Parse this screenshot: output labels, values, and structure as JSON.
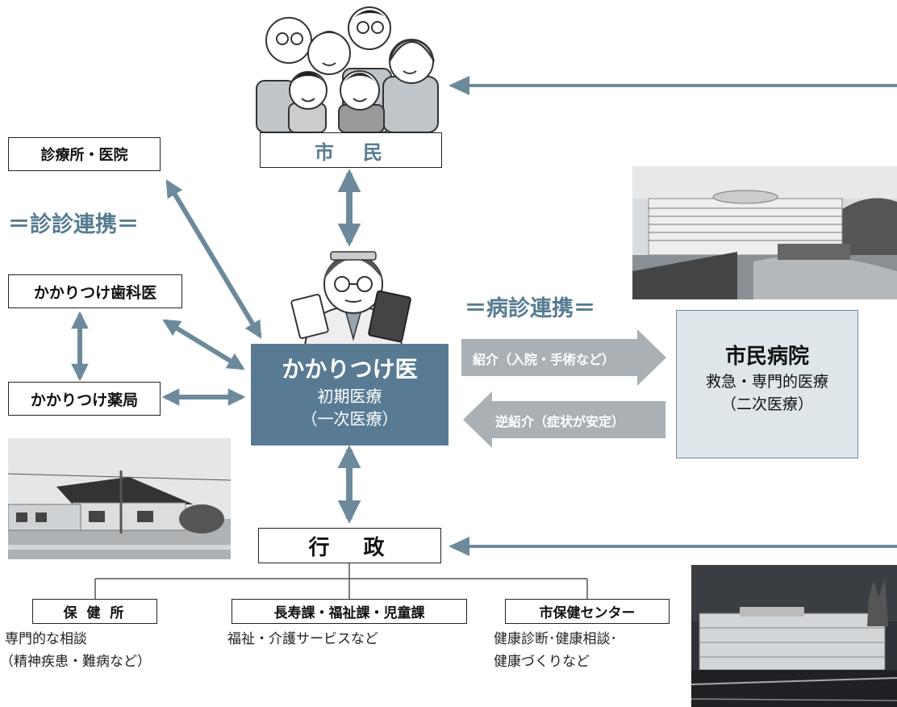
{
  "citizens": {
    "label": "市　民"
  },
  "clinic": {
    "label": "診療所・医院"
  },
  "shinshin": {
    "label": "＝診診連携＝"
  },
  "dentist": {
    "label": "かかりつけ歯科医"
  },
  "pharmacy": {
    "label": "かかりつけ薬局"
  },
  "byoshin": {
    "label": "＝病診連携＝"
  },
  "family_doctor": {
    "title": "かかりつけ医",
    "line1": "初期医療",
    "line2": "（一次医療）"
  },
  "hospital": {
    "title": "市民病院",
    "line1": "救急・専門的医療",
    "line2": "（二次医療）"
  },
  "referral": {
    "label": "紹介（入院・手術など）"
  },
  "reverse_referral": {
    "label": "逆紹介（症状が安定）"
  },
  "government": {
    "label": "行　政"
  },
  "departments": [
    {
      "label": "保 健 所",
      "desc_1": "専門的な相談",
      "desc_2": "（精神疾患・難病など）"
    },
    {
      "label": "長寿課・福祉課・児童課",
      "desc_1": "福祉・介護サービスなど"
    },
    {
      "label": "市保健センター",
      "desc_1": "健康診断･健康相談･",
      "desc_2": "健康づくりなど"
    }
  ],
  "colors": {
    "accent": "#587b93",
    "arrow": "#6d8a9c",
    "light_panel": "#dfe6ea",
    "gray_arrow": "#aab0b4"
  }
}
